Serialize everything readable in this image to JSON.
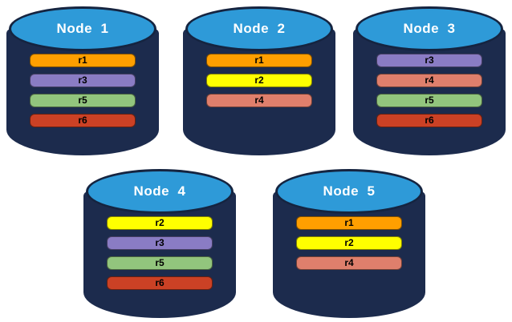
{
  "diagram": {
    "description": "Five database nodes with distributed replicas",
    "colors": {
      "cylinder_body": "#1C2B4D",
      "cylinder_top": "#2E9AD8",
      "cylinder_outline": "#152440",
      "node_label_text": "#FFFFFF",
      "bar_label_text": "#000000"
    },
    "replica_colors": {
      "r1": "#FF9F00",
      "r2": "#FFFF00",
      "r3": "#8A7CC4",
      "r4": "#DF7F6C",
      "r5": "#92C57D",
      "r6": "#CB4125"
    },
    "nodes": [
      {
        "label": "Node  1",
        "replicas": [
          "r1",
          "r3",
          "r5",
          "r6"
        ]
      },
      {
        "label": "Node  2",
        "replicas": [
          "r1",
          "r2",
          "r4"
        ]
      },
      {
        "label": "Node  3",
        "replicas": [
          "r3",
          "r4",
          "r5",
          "r6"
        ]
      },
      {
        "label": "Node  4",
        "replicas": [
          "r2",
          "r3",
          "r5",
          "r6"
        ]
      },
      {
        "label": "Node  5",
        "replicas": [
          "r1",
          "r2",
          "r4"
        ]
      }
    ]
  }
}
